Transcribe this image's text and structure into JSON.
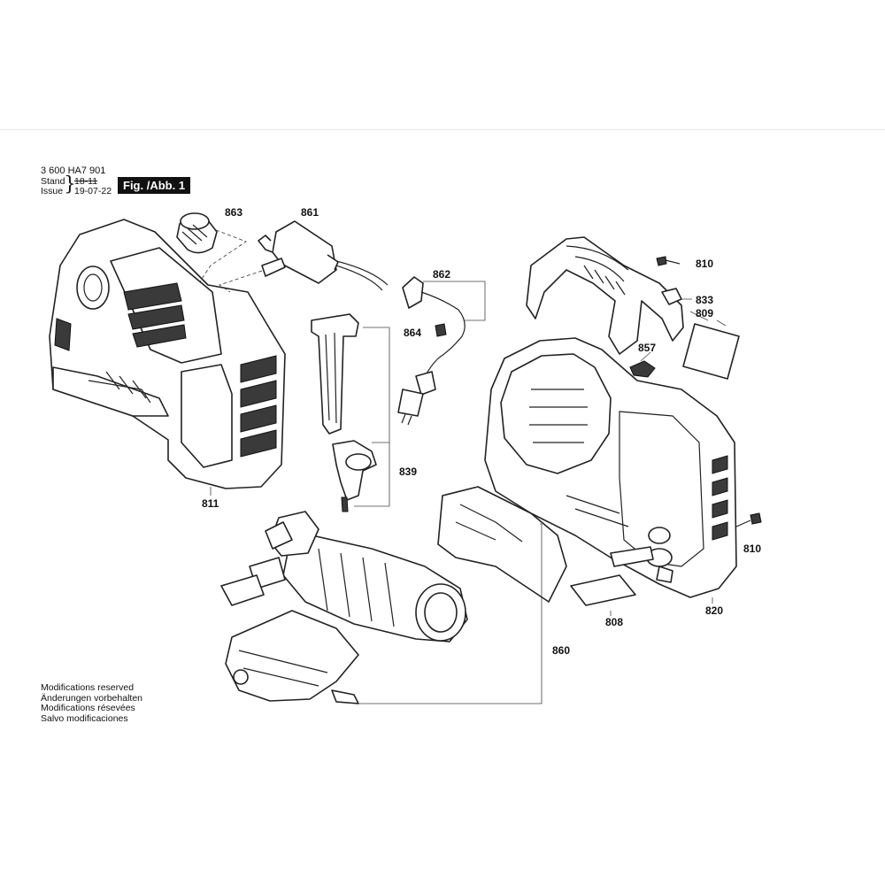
{
  "header": {
    "doc_number": "3 600 HA7 901",
    "stand_label": "Stand",
    "issue_label": "Issue",
    "date_old": "18-11",
    "date_new": "19-07-22",
    "figure_label": "Fig. /Abb. 1"
  },
  "footer": {
    "line1": "Modifications reserved",
    "line2": "Änderungen vorbehalten",
    "line3": "Modifications résevées",
    "line4": "Salvo modificaciones"
  },
  "callouts": {
    "p863": "863",
    "p861": "861",
    "p862": "862",
    "p864": "864",
    "p839": "839",
    "p811": "811",
    "p810a": "810",
    "p833": "833",
    "p809": "809",
    "p857": "857",
    "p810b": "810",
    "p820": "820",
    "p808": "808",
    "p860": "860"
  },
  "colors": {
    "line": "#222222",
    "fill_dark": "#3a3a3a",
    "label_bg": "#111111"
  }
}
